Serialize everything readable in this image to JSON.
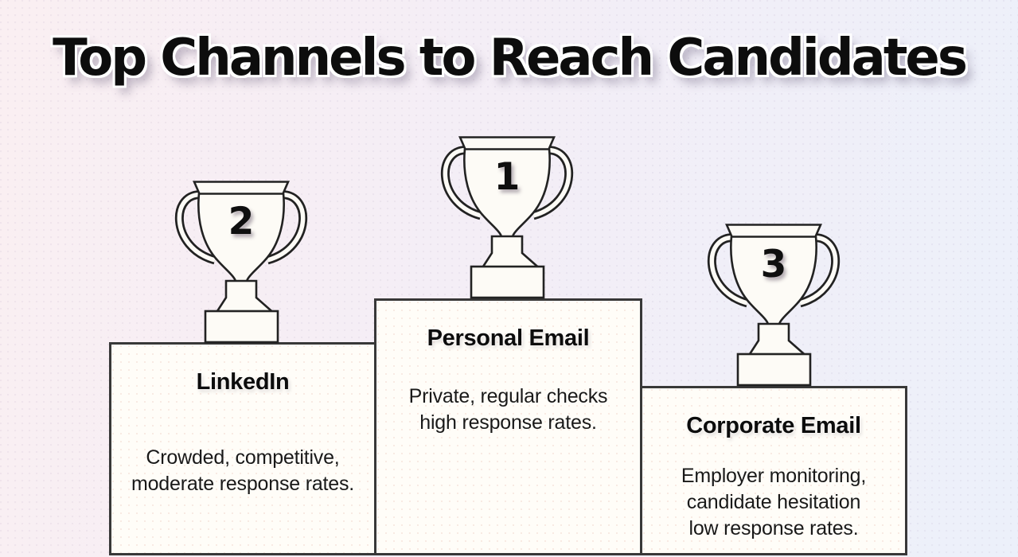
{
  "title": "Top Channels to Reach Candidates",
  "panels": [
    {
      "rank": "2",
      "channel": "LinkedIn",
      "description": "Crowded, competitive,\nmoderate response rates."
    },
    {
      "rank": "1",
      "channel": "Personal Email",
      "description": "Private, regular checks\nhigh response rates."
    },
    {
      "rank": "3",
      "channel": "Corporate Email",
      "description": "Employer monitoring,\ncandidate hesitation\nlow response rates."
    }
  ],
  "colors": {
    "background_left": "#faeff2",
    "background_right": "#ecf0fa",
    "panel_fill": "#fffdf8",
    "outline": "#383838",
    "text": "#0d0d0d"
  }
}
